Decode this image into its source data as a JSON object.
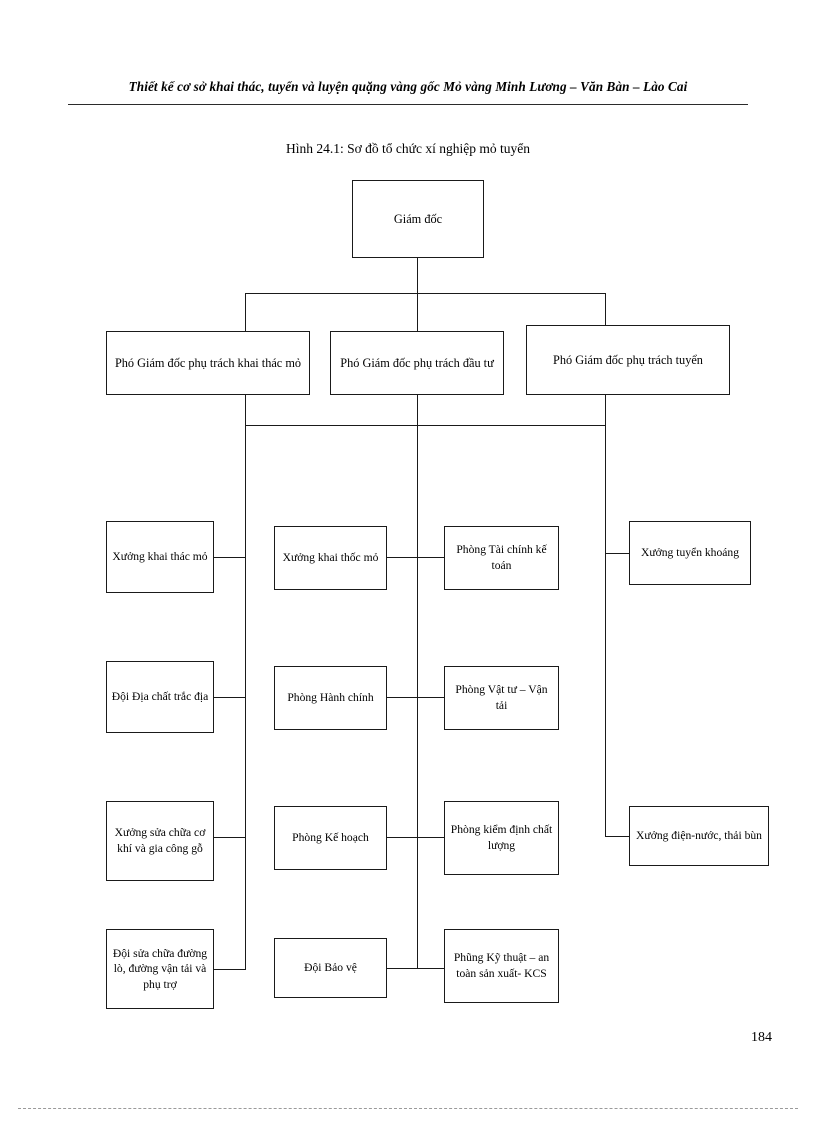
{
  "document": {
    "header_text": "Thiết kế cơ sở khai thác, tuyển và luyện quặng vàng gốc Mỏ vàng Minh Lương – Văn Bàn – Lào Cai",
    "figure_caption": "Hình 24.1: Sơ đồ tổ chức xí nghiệp mỏ tuyển",
    "page_number": "184"
  },
  "chart_data": {
    "type": "diagram",
    "title": "Hình 24.1: Sơ đồ tổ chức xí nghiệp mỏ tuyển",
    "nodes": {
      "director": "Giám đốc",
      "deputy_mining": "Phó Giám đốc phụ trách khai thác mỏ",
      "deputy_investment": "Phó Giám đốc phụ trách đầu tư",
      "deputy_processing": "Phó Giám đốc phụ trách tuyển",
      "left_1": "Xưởng khai thác mỏ",
      "left_2": "Đội Địa chất trắc địa",
      "left_3": "Xưởng sửa chữa cơ khí và gia công gỗ",
      "left_4": "Đội sửa chữa đường lò, đường vận tải và phụ trợ",
      "mid_1": "Xưởng khai thốc mỏ",
      "mid_2": "Phòng Hành chính",
      "mid_3": "Phòng Kế hoạch",
      "mid_4": "Đội Bảo vệ",
      "mid_right_1": "Phòng Tài chính kế toán",
      "mid_right_2": "Phòng Vật tư – Vận tải",
      "mid_right_3": "Phòng kiểm định chất lượng",
      "mid_right_4": "Phũng Kỹ thuật – an toàn sản xuất- KCS",
      "right_1": "Xưởng tuyển khoáng",
      "right_2": "Xưởng điện-nước, thải bùn"
    },
    "edges": [
      {
        "from": "director",
        "to": "deputy_mining"
      },
      {
        "from": "director",
        "to": "deputy_investment"
      },
      {
        "from": "director",
        "to": "deputy_processing"
      },
      {
        "from": "deputy_mining",
        "to": "left_1"
      },
      {
        "from": "deputy_mining",
        "to": "left_2"
      },
      {
        "from": "deputy_mining",
        "to": "left_3"
      },
      {
        "from": "deputy_mining",
        "to": "left_4"
      },
      {
        "from": "deputy_investment",
        "to": "mid_1"
      },
      {
        "from": "deputy_investment",
        "to": "mid_2"
      },
      {
        "from": "deputy_investment",
        "to": "mid_3"
      },
      {
        "from": "deputy_investment",
        "to": "mid_4"
      },
      {
        "from": "deputy_investment",
        "to": "mid_right_1"
      },
      {
        "from": "deputy_investment",
        "to": "mid_right_2"
      },
      {
        "from": "deputy_investment",
        "to": "mid_right_3"
      },
      {
        "from": "deputy_investment",
        "to": "mid_right_4"
      },
      {
        "from": "deputy_processing",
        "to": "right_1"
      },
      {
        "from": "deputy_processing",
        "to": "right_2"
      }
    ],
    "line_color": "#1a1a1a",
    "box_fill": "#ffffff"
  }
}
